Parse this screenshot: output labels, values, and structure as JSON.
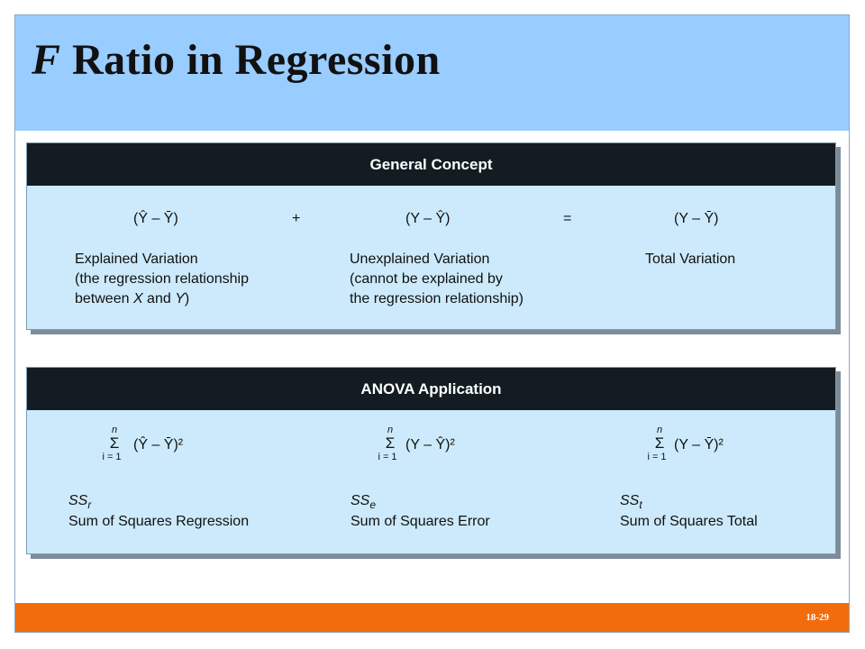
{
  "header": {
    "title_italic": "F",
    "title_rest": " Ratio in Regression"
  },
  "footer": {
    "page": "18-29"
  },
  "general": {
    "heading": "General Concept",
    "expr1": "(Ŷ – Ȳ)",
    "plus": "+",
    "expr2": "(Y – Ŷ)",
    "equals": "=",
    "expr3": "(Y – Ȳ)",
    "desc1": "Explained Variation\n(the regression relationship\nbetween X and Y)",
    "desc2": "Unexplained Variation\n(cannot be explained by\nthe regression relationship)",
    "desc3": "Total Variation"
  },
  "anova": {
    "heading": "ANOVA Application",
    "sum_upper": "n",
    "sum_symbol": "Σ",
    "sum_lower": "i = 1",
    "expr1": "(Ŷ – Ȳ)²",
    "expr2": "(Y – Ŷ)²",
    "expr3": "(Y – Ȳ)²",
    "ss1_symbol": "SSr",
    "ss1_label": "Sum of Squares Regression",
    "ss2_symbol": "SSe",
    "ss2_label": "Sum of Squares Error",
    "ss3_symbol": "SSt",
    "ss3_label": "Sum of Squares Total"
  },
  "colors": {
    "title_band": "#99ccff",
    "panel_body": "#cceafb",
    "panel_header": "#121c22",
    "footer_band": "#f26c0d"
  }
}
